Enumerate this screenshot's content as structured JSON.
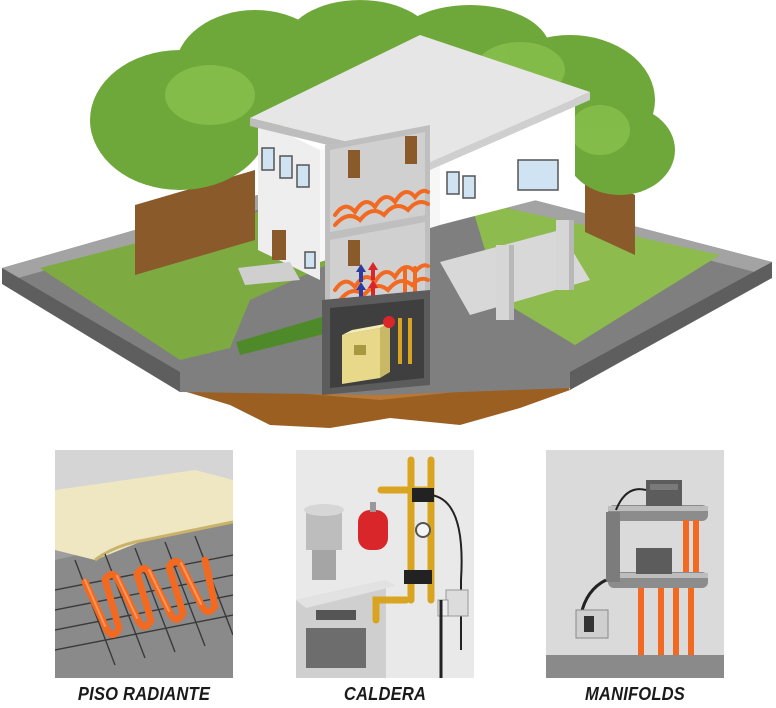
{
  "captions": {
    "floor": "PISO RADIANTE",
    "boiler": "CALDERA",
    "manifolds": "MANIFOLDS"
  },
  "colors": {
    "pipe_orange": "#f26a21",
    "tree_green": "#6fa83a",
    "lawn_green": "#8bc34a",
    "soil_brown": "#a8692a",
    "path_gray": "#8a8a8a",
    "wall_white": "#f2f2f2",
    "boiler_yellow": "#e8d98a",
    "expansion_tank_red": "#d9262b",
    "valve_brass": "#d9a520"
  },
  "icons": [
    "house-cutaway-illustration",
    "radiant-floor-detail",
    "boiler-detail",
    "manifold-detail"
  ]
}
